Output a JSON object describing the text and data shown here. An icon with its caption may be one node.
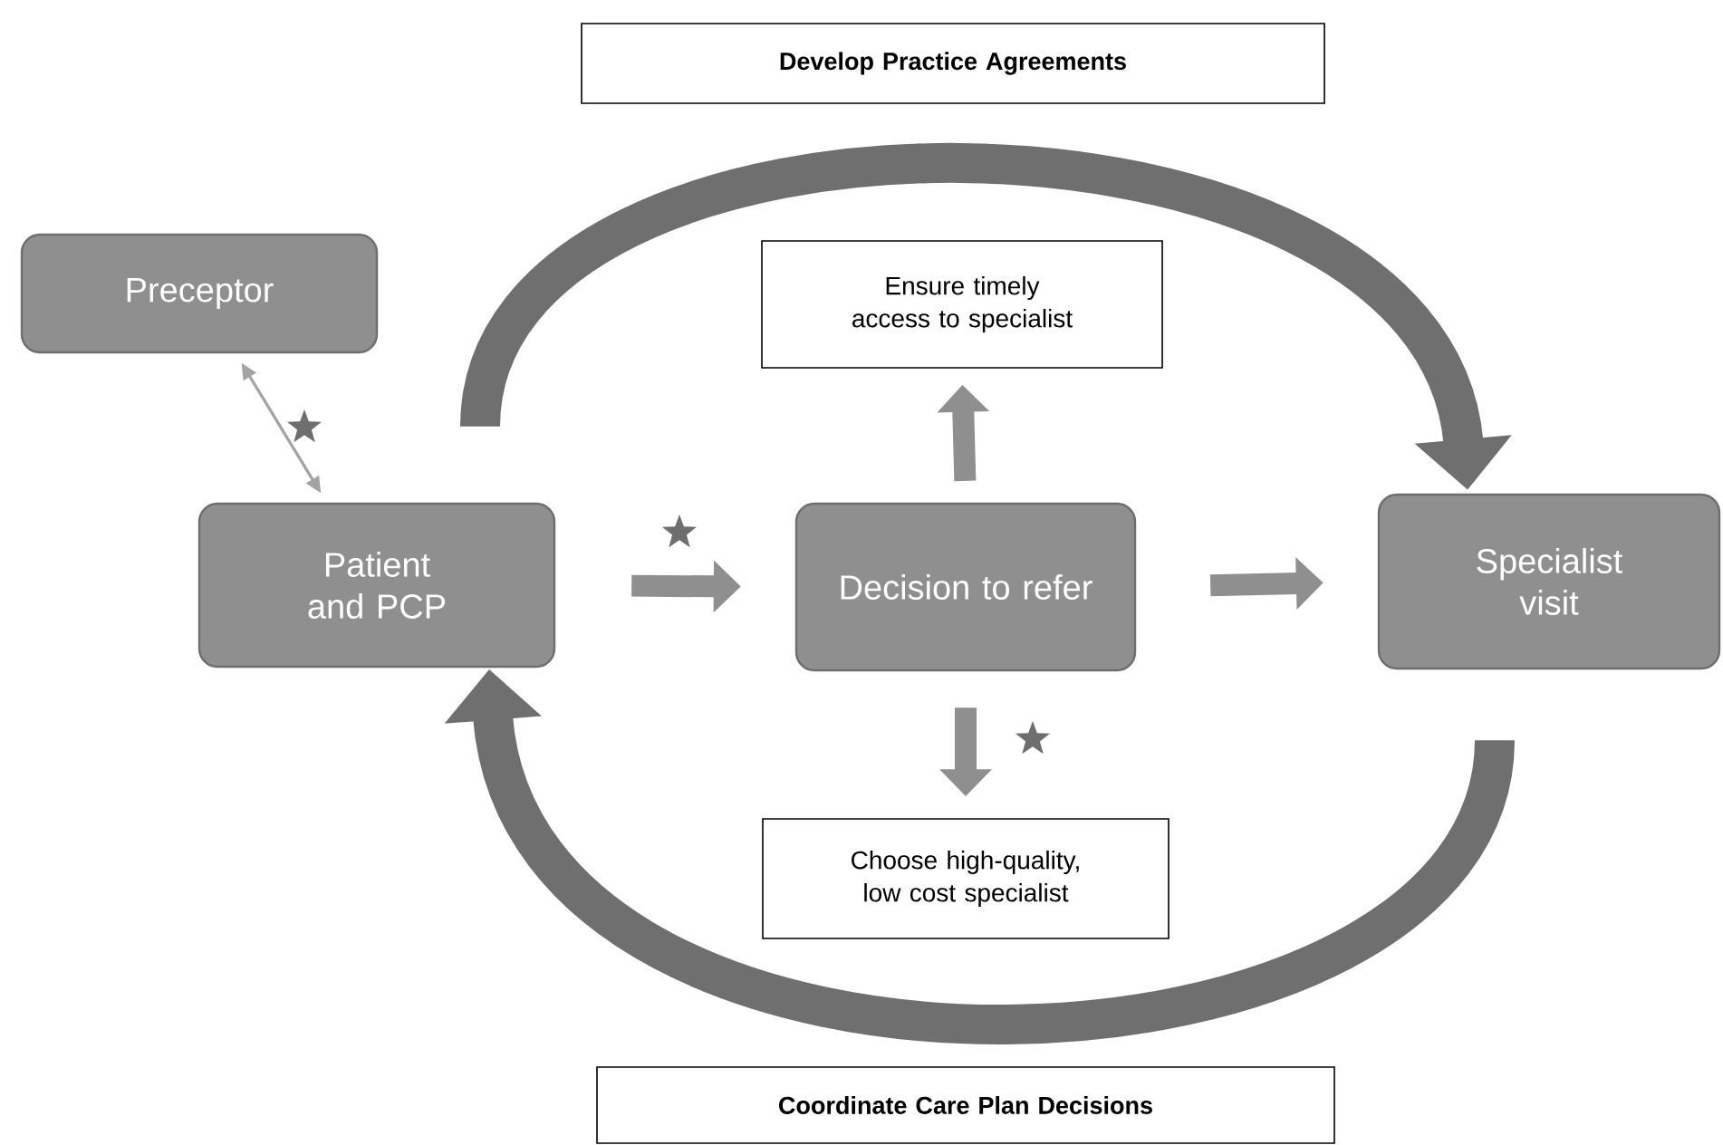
{
  "diagram": {
    "nodes": [
      {
        "text": [
          "Develop Practice Agreements"
        ]
      },
      {
        "text": [
          "Preceptor"
        ]
      },
      {
        "text": [
          "Patient and PCP"
        ]
      },
      {
        "text": [
          "Ensure timely access to specialist"
        ]
      },
      {
        "text": [
          "Decision to refer"
        ]
      },
      {
        "text": [
          "Specialist visit"
        ]
      },
      {
        "text": [
          "Choose high-quality, low cost specialist"
        ]
      },
      {
        "text": [
          "Coordinate Care Plan Decisions"
        ]
      }
    ],
    "edges": [
      {
        "from": 1,
        "to": 2,
        "arrow": "both",
        "color": "#a3a3a3"
      },
      {
        "from": 2,
        "to": 4,
        "arrow": "to"
      },
      {
        "from": 4,
        "to": 3,
        "arrow": "to"
      },
      {
        "from": 4,
        "to": 5,
        "arrow": "to"
      },
      {
        "from": 4,
        "to": 6,
        "arrow": "to"
      },
      {
        "from": 2,
        "to": 5,
        "arrow": "to",
        "style": "thick",
        "color": "#6f6f6f"
      },
      {
        "from": 5,
        "to": 2,
        "arrow": "to",
        "style": "thick",
        "color": "#6f6f6f"
      }
    ]
  }
}
